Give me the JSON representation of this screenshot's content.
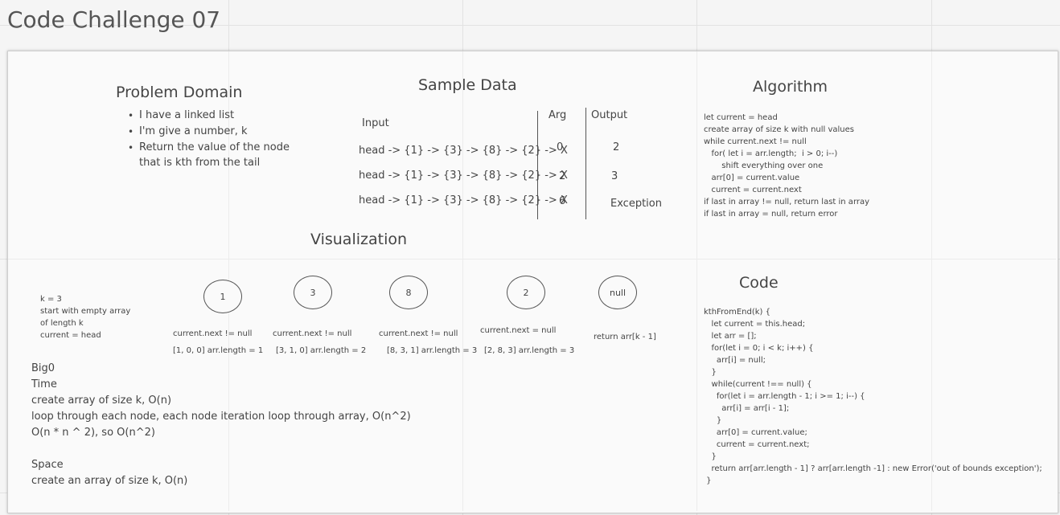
{
  "page_title": "Code Challenge 07",
  "problem_domain": {
    "heading": "Problem Domain",
    "bullets": [
      "I have a linked list",
      "I'm give a number, k",
      "Return the value of the node"
    ],
    "continuation": "that is kth from the tail"
  },
  "sample_data": {
    "heading": "Sample Data",
    "headers": {
      "input": "Input",
      "arg": "Arg",
      "output": "Output"
    },
    "rows": [
      {
        "input": "head -> {1} -> {3} -> {8} -> {2} -> X",
        "arg": "0",
        "output": "2"
      },
      {
        "input": "head -> {1} -> {3} -> {8} -> {2} -> X",
        "arg": "2",
        "output": "3"
      },
      {
        "input": "head -> {1} -> {3} -> {8} -> {2} -> X",
        "arg": "6",
        "output": "Exception"
      }
    ]
  },
  "algorithm": {
    "heading": "Algorithm",
    "lines": [
      "let current = head",
      "create array of size k with null values",
      "while current.next != null",
      "   for( let i = arr.length;  i > 0; i--)",
      "       shift everything over one",
      "   arr[0] = current.value",
      "   current = current.next",
      "if last in array != null, return last in array",
      "if last in array = null, return error"
    ]
  },
  "visualization": {
    "heading": "Visualization",
    "setup": [
      "k = 3",
      "start with empty array",
      "of length k",
      "current = head"
    ],
    "nodes": [
      {
        "value": "1",
        "condition": "current.next != null",
        "state": "[1, 0, 0] arr.length = 1"
      },
      {
        "value": "3",
        "condition": "current.next != null",
        "state": "[3, 1, 0] arr.length = 2"
      },
      {
        "value": "8",
        "condition": "current.next != null",
        "state": "[8, 3, 1] arr.length = 3"
      },
      {
        "value": "2",
        "condition": "current.next = null",
        "state": "[2, 8, 3] arr.length = 3"
      },
      {
        "value": "null",
        "condition": "return arr[k - 1]",
        "state": ""
      }
    ]
  },
  "bigo": {
    "lines": [
      "Big0",
      "Time",
      "create array of size k, O(n)",
      "loop through each node, each node iteration loop through array, O(n^2)",
      "O(n * n ^ 2), so O(n^2)",
      "",
      "Space",
      "create an array of size k, O(n)"
    ]
  },
  "code": {
    "heading": "Code",
    "lines": [
      "kthFromEnd(k) {",
      "   let current = this.head;",
      "   let arr = [];",
      "   for(let i = 0; i < k; i++) {",
      "     arr[i] = null;",
      "   }",
      "   while(current !== null) {",
      "     for(let i = arr.length - 1; i >= 1; i--) {",
      "       arr[i] = arr[i - 1];",
      "     }",
      "     arr[0] = current.value;",
      "     current = current.next;",
      "   }",
      "   return arr[arr.length - 1] ? arr[arr.length -1] : new Error('out of bounds exception');",
      " }"
    ]
  }
}
